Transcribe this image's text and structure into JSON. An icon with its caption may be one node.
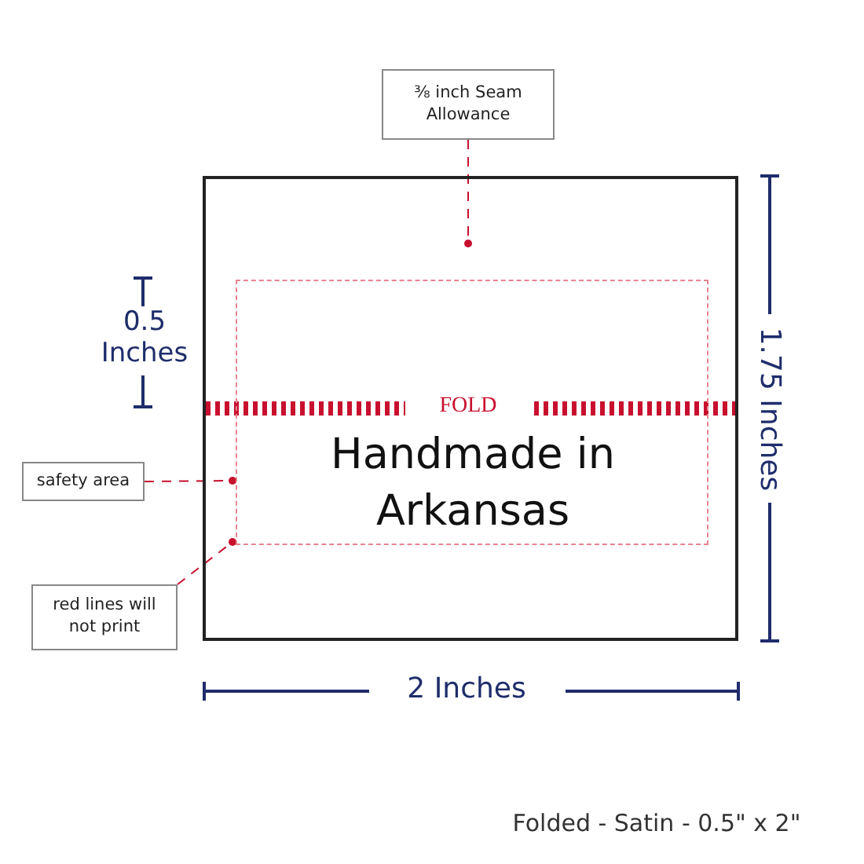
{
  "diagram": {
    "nodes": [
      {
        "text": [
          "⅜ inch Seam Allowance"
        ]
      },
      {
        "text": [],
        "shape": "box"
      },
      {
        "text": [],
        "shape": "box",
        "in": 1
      },
      {
        "text": [
          "safety area"
        ]
      },
      {
        "text": [
          "red lines will not print"
        ]
      }
    ],
    "edges": [
      {
        "from": 0,
        "to": 1,
        "arrow": "other",
        "style": "dashed",
        "color": "#c8102e"
      },
      {
        "from": 3,
        "to": 2,
        "arrow": "other",
        "style": "dashed",
        "color": "#c8102e"
      },
      {
        "from": 4,
        "to": 2,
        "arrow": "other",
        "style": "dashed",
        "color": "#c8102e"
      }
    ],
    "labels": [
      "0.5 Inches",
      "FOLD",
      "Handmade in Arkansas",
      "1.75 Inches",
      "2 Inches",
      "Folded - Satin - 0.5\" x 2\""
    ]
  }
}
